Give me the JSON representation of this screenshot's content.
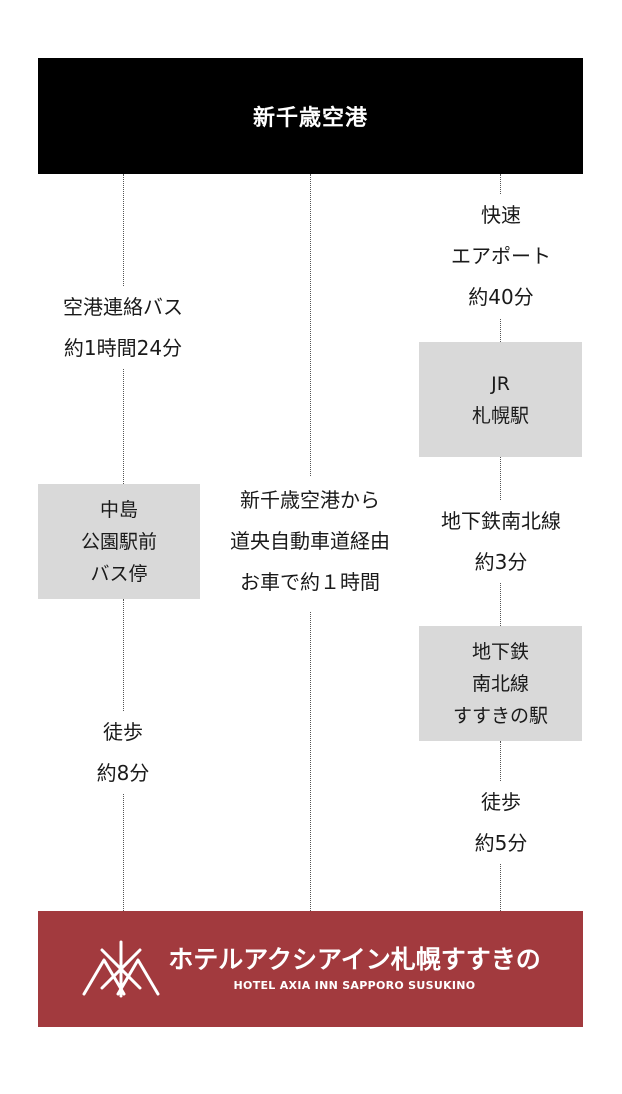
{
  "origin": {
    "label": "新千歳空港"
  },
  "routes": {
    "bus": {
      "leg1": [
        "空港連絡バス",
        "約1時間24分"
      ],
      "stop": [
        "中島",
        "公園駅前",
        "バス停"
      ],
      "leg2": [
        "徒歩",
        "約8分"
      ]
    },
    "car": {
      "leg": [
        "新千歳空港から",
        "道央自動車道経由",
        "お車で約１時間"
      ]
    },
    "train": {
      "leg1": [
        "快速",
        "エアポート",
        "約40分"
      ],
      "station1": [
        "JR",
        "札幌駅"
      ],
      "leg2": [
        "地下鉄南北線",
        "約3分"
      ],
      "station2": [
        "地下鉄",
        "南北線",
        "すすきの駅"
      ],
      "leg3": [
        "徒歩",
        "約5分"
      ]
    }
  },
  "destination": {
    "name_jp": "ホテルアクシアイン札幌すすきの",
    "name_en": "HOTEL AXIA INN SAPPORO SUSUKINO",
    "logo_icon": "axia-logo-icon"
  },
  "colors": {
    "origin_bg": "#000000",
    "destination_bg": "#a23a3e",
    "station_bg": "#d9d9d9"
  }
}
